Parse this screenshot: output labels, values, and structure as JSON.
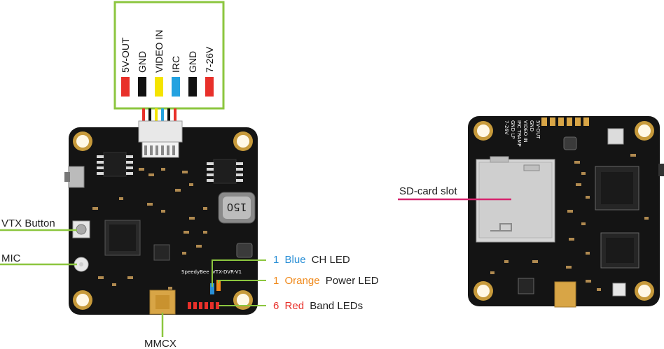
{
  "connector": {
    "pins": [
      {
        "label": "5V-OUT",
        "color": "#e8302a"
      },
      {
        "label": "GND",
        "color": "#111111"
      },
      {
        "label": "VIDEO IN",
        "color": "#f5e400"
      },
      {
        "label": "IRC",
        "color": "#23a2e0"
      },
      {
        "label": "GND",
        "color": "#111111"
      },
      {
        "label": "7-26V",
        "color": "#e8302a"
      }
    ],
    "border_color": "#8cc63f"
  },
  "front": {
    "inductor_marking": "150",
    "silkscreen_brand": "SpeedyBee",
    "silkscreen_model": "VTX-DVR-V1",
    "labels": {
      "vtx_button": "VTX Button",
      "mic": "MIC",
      "mmcx": "MMCX",
      "blue_led": {
        "count": "1",
        "color_word": "Blue",
        "rest": "CH LED",
        "color": "#2a8fd6"
      },
      "orange_led": {
        "count": "1",
        "color_word": "Orange",
        "rest": "Power LED",
        "color": "#f08a1c"
      },
      "red_leds": {
        "count": "6",
        "color_word": "Red",
        "rest": "Band LEDs",
        "color": "#e8302a"
      }
    },
    "pointer_color": "#8cc63f"
  },
  "back": {
    "pad_labels": [
      "5V-OUT",
      "GND",
      "VIDEO IN",
      "IRC TRAMP",
      "GND LP",
      "7-26V"
    ],
    "labels": {
      "sd_slot": "SD-card slot"
    },
    "pointer_color": "#d6246e"
  }
}
